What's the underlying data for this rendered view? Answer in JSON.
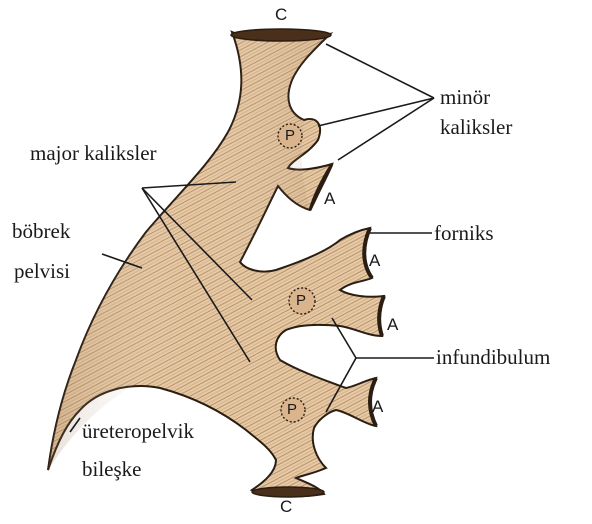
{
  "labels": {
    "minor_calyces_line1": "minör",
    "minor_calyces_line2": "kaliksler",
    "major_calyces": "major kaliksler",
    "renal_pelvis_line1": "böbrek",
    "renal_pelvis_line2": "pelvisi",
    "fornix": "forniks",
    "infundibulum": "infundibulum",
    "upj_line1": "üreteropelvik",
    "upj_line2": "bileşke"
  },
  "position_markers": {
    "top_c": "C",
    "bottom_c": "C",
    "a_upper": "A",
    "a_mid_top": "A",
    "a_mid_bottom": "A",
    "a_lower": "A",
    "p_upper": "P",
    "p_mid": "P",
    "p_lower": "P"
  },
  "colors": {
    "tissue_fill": "#e6c9a5",
    "tissue_shade": "#a9825b",
    "outline": "#2a1d12",
    "leader": "#1a1a1a"
  }
}
